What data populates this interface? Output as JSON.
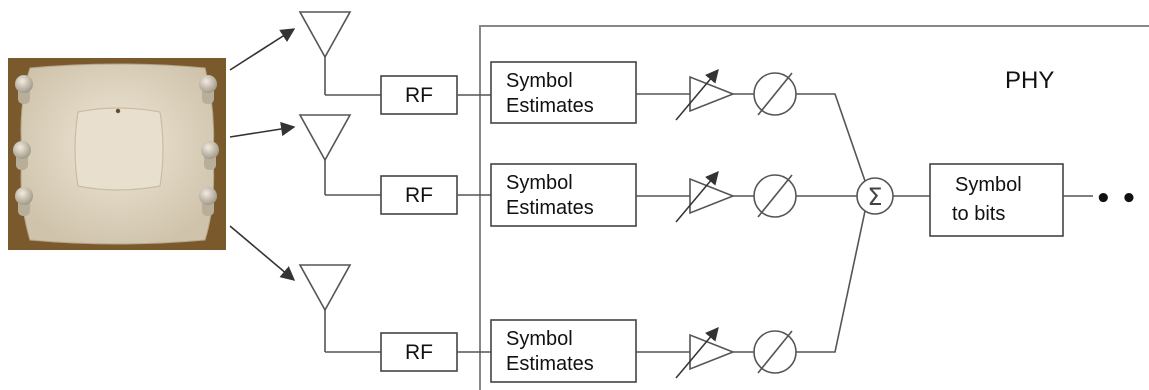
{
  "diagram": {
    "phy_label": "PHY",
    "rf_label": "RF",
    "estimate_line1": "Symbol",
    "estimate_line2": "Estimates",
    "combiner_symbol": "Σ",
    "output_line1": "Symbol",
    "output_line2": "to bits",
    "ellipsis": "• • •"
  },
  "device": {
    "icon": "access-point-photo",
    "antenna_count": 6
  },
  "chains": [
    {
      "id": "top"
    },
    {
      "id": "middle"
    },
    {
      "id": "bottom"
    }
  ],
  "colors": {
    "line": "#555555",
    "box_border": "#444444",
    "device_body": "#e6dccb",
    "device_background": "#7a5a2c"
  }
}
